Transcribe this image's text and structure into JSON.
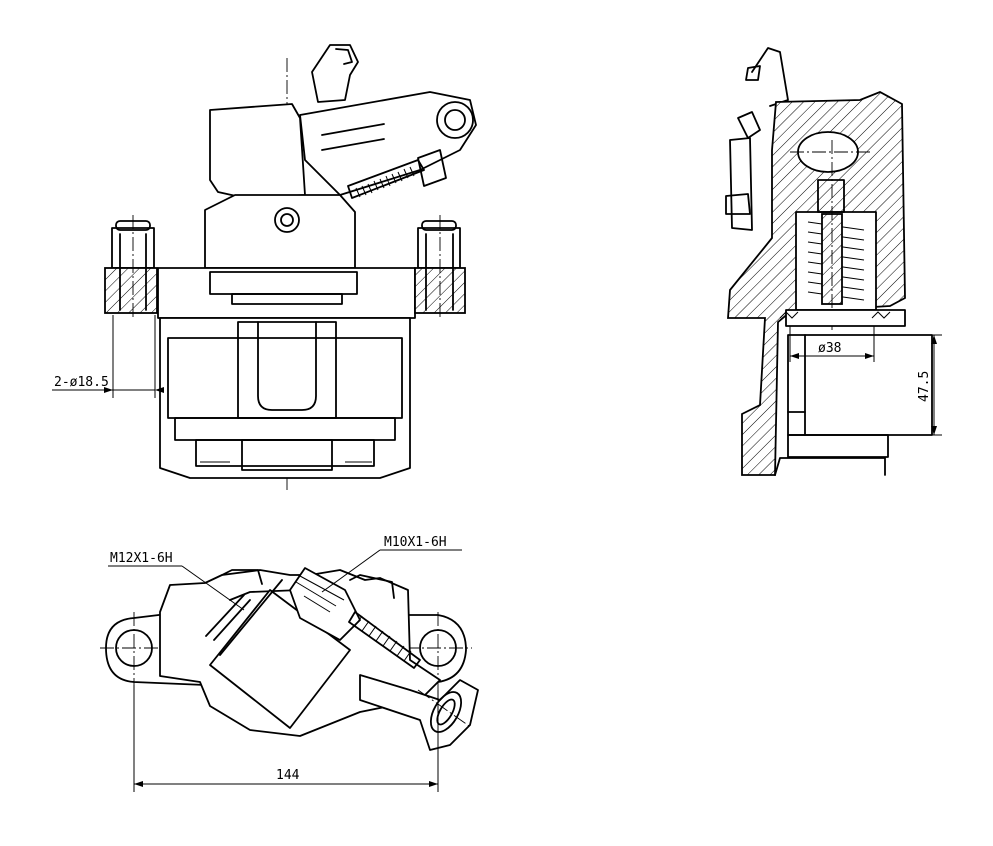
{
  "dimensions": {
    "hole_diameter": "2-ø18.5",
    "piston_diameter": "ø38",
    "piston_height": "47.5",
    "thread_left": "M12X1-6H",
    "thread_right": "M10X1-6H",
    "mount_spacing": "144"
  },
  "colors": {
    "line": "#000000",
    "background": "#ffffff"
  }
}
